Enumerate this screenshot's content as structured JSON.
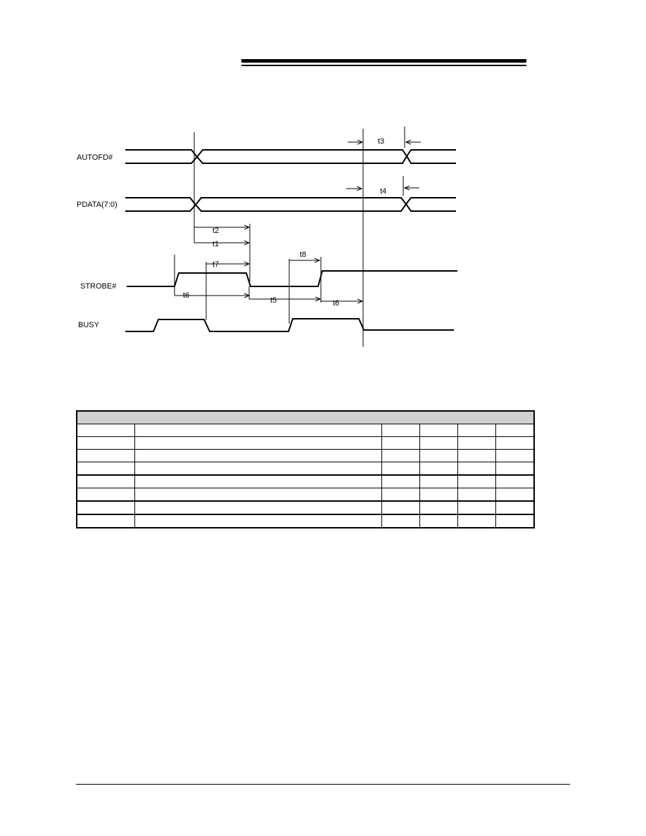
{
  "signals": {
    "autofd": "AUTOFD#",
    "pdata": "PDATA(7:0)",
    "strobe": "STROBE#",
    "busy": "BUSY"
  },
  "timing_labels": {
    "t1": "t1",
    "t2": "t2",
    "t3": "t3",
    "t4": "t4",
    "t5": "t5",
    "t6a": "t6",
    "t6b": "t6",
    "t7": "t7",
    "t8": "t8"
  },
  "table": {
    "header": "",
    "rows": [
      [
        "",
        "",
        "",
        "",
        "",
        ""
      ],
      [
        "",
        "",
        "",
        "",
        "",
        ""
      ],
      [
        "",
        "",
        "",
        "",
        "",
        ""
      ],
      [
        "",
        "",
        "",
        "",
        "",
        ""
      ],
      [
        "",
        "",
        "",
        "",
        "",
        ""
      ],
      [
        "",
        "",
        "",
        "",
        "",
        ""
      ],
      [
        "",
        "",
        "",
        "",
        "",
        ""
      ],
      [
        "",
        "",
        "",
        "",
        "",
        ""
      ]
    ]
  }
}
